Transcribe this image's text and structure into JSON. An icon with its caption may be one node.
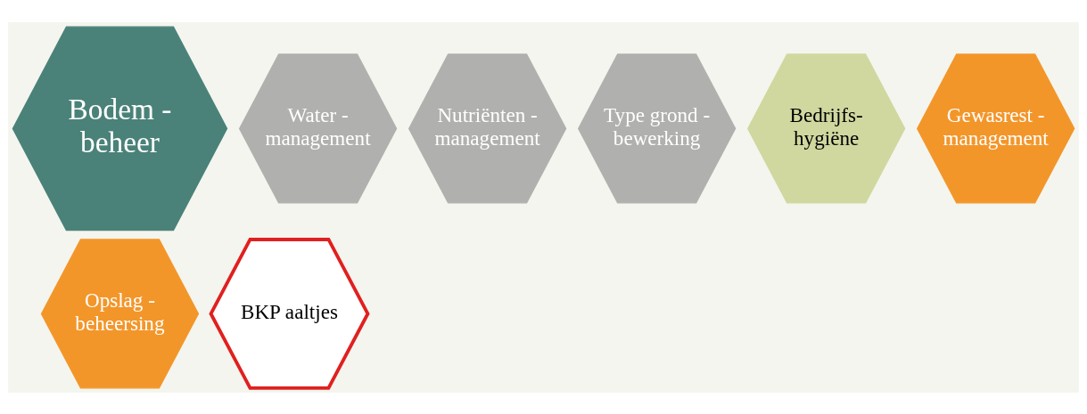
{
  "diagram": {
    "nodes": [
      {
        "text": [
          "Bodem - beheer"
        ]
      },
      {
        "text": [
          "Water - management"
        ]
      },
      {
        "text": [
          "Nutriënten - management"
        ]
      },
      {
        "text": [
          "Type grond - bewerking"
        ]
      },
      {
        "text": [
          "Bedrijfs- hygiëne"
        ]
      },
      {
        "text": [
          "Gewasrest - management"
        ]
      },
      {
        "text": [
          "Opslag - beheersing"
        ]
      },
      {
        "text": [
          "BKP aaltjes"
        ]
      }
    ]
  }
}
